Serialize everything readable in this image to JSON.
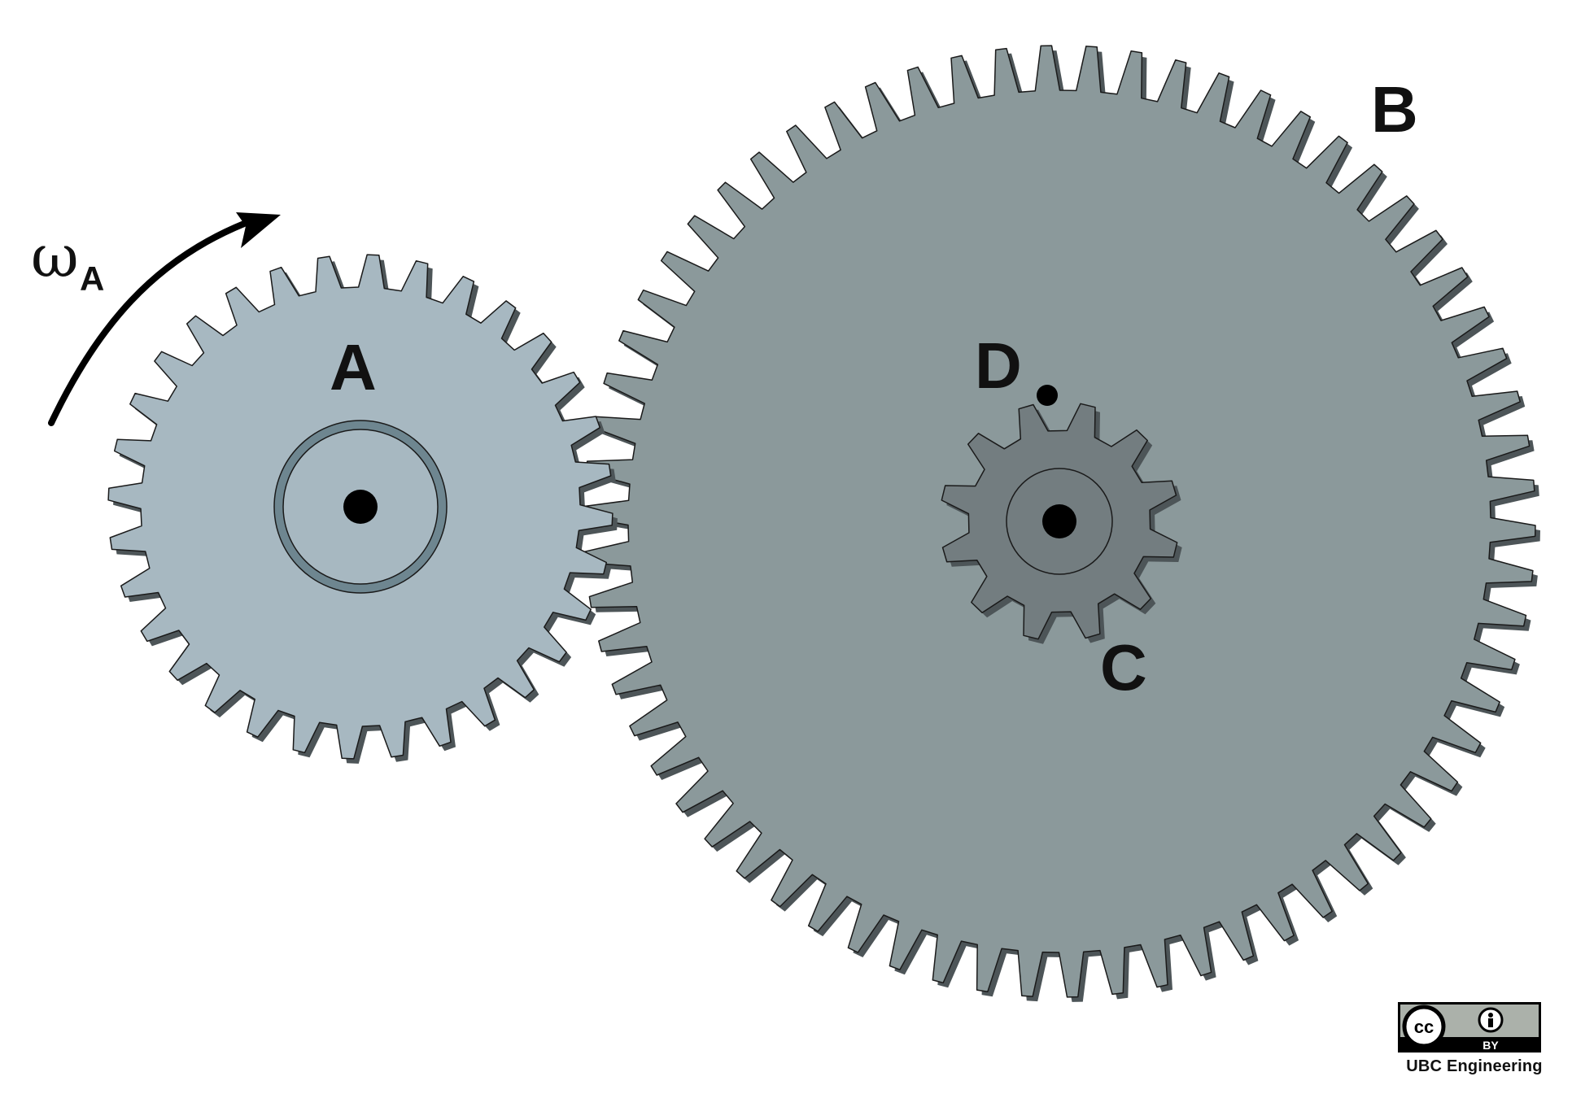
{
  "diagram": {
    "labels": {
      "gear_a": "A",
      "gear_b": "B",
      "gear_c": "C",
      "point_d": "D"
    },
    "angular_velocity": {
      "symbol": "ω",
      "subscript": "A",
      "direction": "clockwise"
    },
    "gears": [
      {
        "id": "A",
        "teeth": 32,
        "color": "#a7b8c1"
      },
      {
        "id": "B",
        "teeth": 66,
        "color": "#8b999b"
      },
      {
        "id": "C",
        "teeth": 12,
        "color": "#737d80"
      }
    ],
    "colors": {
      "outline": "#1a1a1a",
      "shadow": "#4d5558",
      "hub_ring": "#6e8690",
      "axle": "#000000",
      "badge_bg": "#abb1aa"
    }
  },
  "license": {
    "cc_text": "cc",
    "by_text": "BY",
    "credit": "UBC Engineering"
  }
}
